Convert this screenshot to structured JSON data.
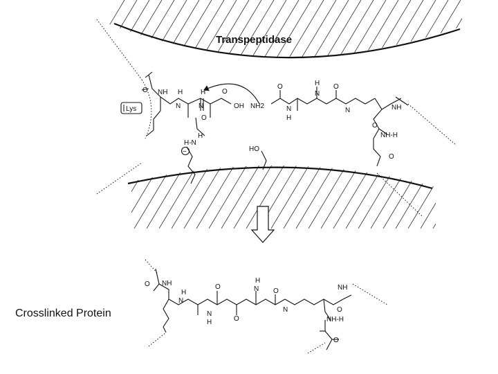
{
  "enzyme_label": "Transpeptidase",
  "product_label": "Crosslinked Protein",
  "residue_badge": "Lys",
  "atoms": {
    "NH": "NH",
    "H": "H",
    "N": "N",
    "O": "O",
    "OH": "OH",
    "NH2": "NH2",
    "HO": "HO",
    "HN": "H-N",
    "NH_H": "NH-H",
    "minus": "−"
  }
}
